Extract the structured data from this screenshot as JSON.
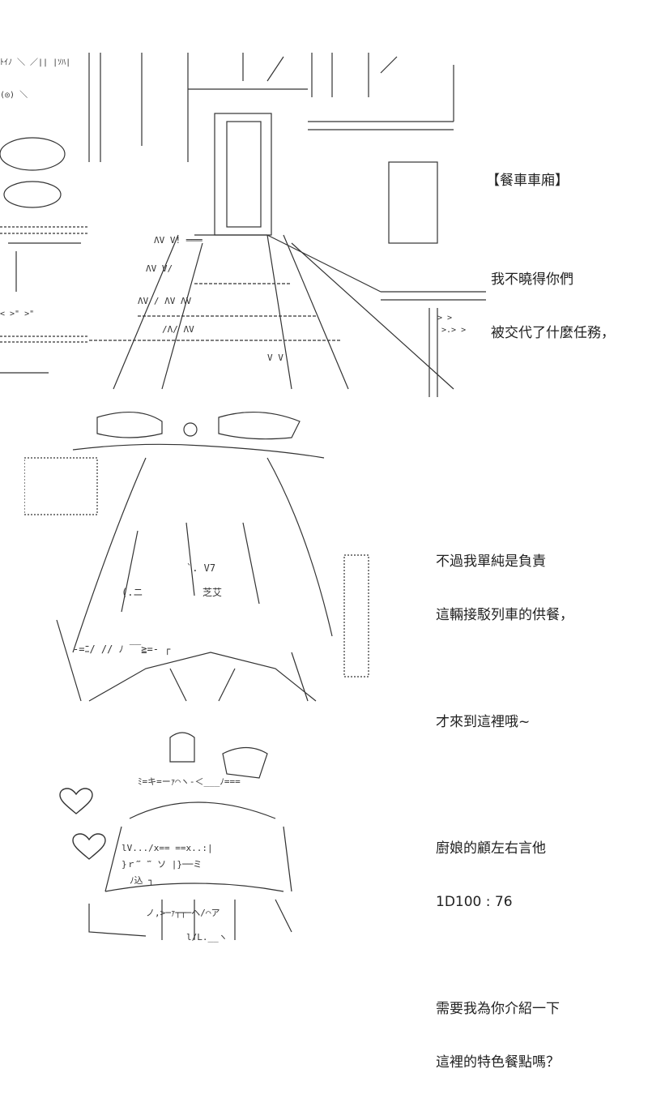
{
  "panel1": {
    "label": "【餐車車廂】",
    "dialogue": [
      "我不曉得你們",
      "被交代了什麼任務，"
    ]
  },
  "panel2": {
    "dialogue_a": [
      "不過我單純是負責",
      "這輛接駁列車的供餐，"
    ],
    "dialogue_b": [
      "才來到這裡哦~"
    ]
  },
  "panel3": {
    "narration": [
      "廚娘的顧左右言他",
      "1D100 : 76"
    ],
    "dialogue": [
      "需要我為你介紹一下",
      "這裡的特色餐點嗎？"
    ]
  },
  "colors": {
    "ink": "#222222",
    "background": "#ffffff"
  },
  "icons": [
    "heart-icon",
    "heart-icon"
  ]
}
